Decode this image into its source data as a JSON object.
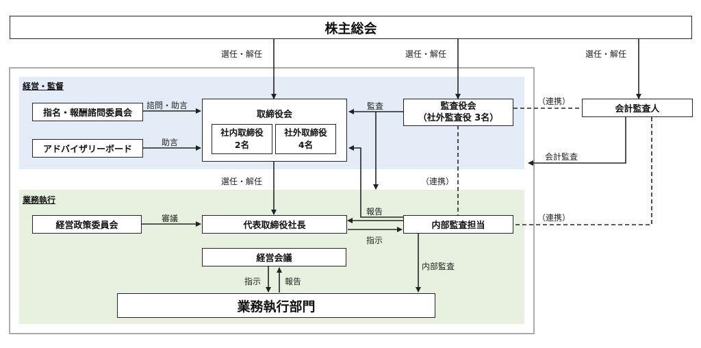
{
  "colors": {
    "governance_bg": "#e3ecf7",
    "execution_bg": "#e8f1e0",
    "outer_border": "#aaaaaa",
    "line": "#222222"
  },
  "nodes": {
    "shareholders": "株主総会",
    "board": "取締役会",
    "internal_directors": "社内取締役\n2名",
    "external_directors": "社外取締役\n4名",
    "nomination_committee": "指名・報酬諮問委員会",
    "advisory_board": "アドバイザリーボード",
    "audit_board_line1": "監査役会",
    "audit_board_line2": "（社外監査役 3名）",
    "accounting_auditor": "会計監査人",
    "management_committee": "経営政策委員会",
    "president": "代表取締役社長",
    "management_meeting": "経営会議",
    "internal_audit": "内部監査担当",
    "business_division": "業務執行部門"
  },
  "sections": {
    "governance": "経営・監督",
    "execution": "業務執行"
  },
  "edge_labels": {
    "elect1": "選任・解任",
    "elect2": "選任・解任",
    "elect3": "選任・解任",
    "elect4": "選任・解任",
    "consult": "諮問・助言",
    "advice": "助言",
    "audit": "監査",
    "cooperation1": "（連携）",
    "accounting_audit": "会計監査",
    "cooperation2": "（連携）",
    "cooperation3": "（連携）",
    "deliberation": "審議",
    "report1": "報告",
    "instruction1": "指示",
    "internal_audit_label": "内部監査",
    "instruction2": "指示",
    "report2": "報告"
  }
}
